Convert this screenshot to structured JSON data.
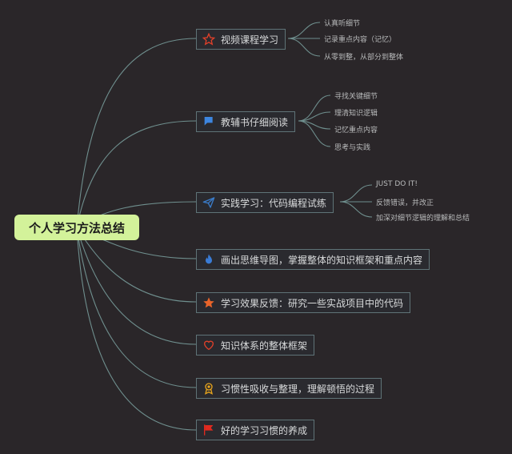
{
  "root": {
    "label": "个人学习方法总结"
  },
  "branches": [
    {
      "label": "视频课程学习",
      "icon": "star-outline-icon",
      "color": "#e0402a",
      "leaves": [
        "认真听细节",
        "记录重点内容（记忆）",
        "从零到整，从部分到整体"
      ]
    },
    {
      "label": "教辅书仔细阅读",
      "icon": "flag-icon",
      "color": "#3d86e0",
      "leaves": [
        "寻找关键细节",
        "理清知识逻辑",
        "记忆重点内容",
        "思考与实践"
      ]
    },
    {
      "label": "实践学习：代码编程试练",
      "icon": "paper-plane-icon",
      "color": "#3a7cc9",
      "leaves": [
        "JUST DO IT!",
        "反馈错误，并改正",
        "加深对细节逻辑的理解和总结"
      ]
    },
    {
      "label": "画出思维导图，掌握整体的知识框架和重点内容",
      "icon": "flame-icon",
      "color": "#3a7cd6",
      "leaves": []
    },
    {
      "label": "学习效果反馈：研究一些实战项目中的代码",
      "icon": "star-filled-icon",
      "color": "#e8642a",
      "leaves": []
    },
    {
      "label": "知识体系的整体框架",
      "icon": "heart-outline-icon",
      "color": "#e0402a",
      "leaves": []
    },
    {
      "label": "习惯性吸收与整理，理解顿悟的过程",
      "icon": "medal-icon",
      "color": "#e8a51c",
      "leaves": []
    },
    {
      "label": "好的学习习惯的养成",
      "icon": "red-flag-icon",
      "color": "#e02a1f",
      "leaves": []
    }
  ]
}
